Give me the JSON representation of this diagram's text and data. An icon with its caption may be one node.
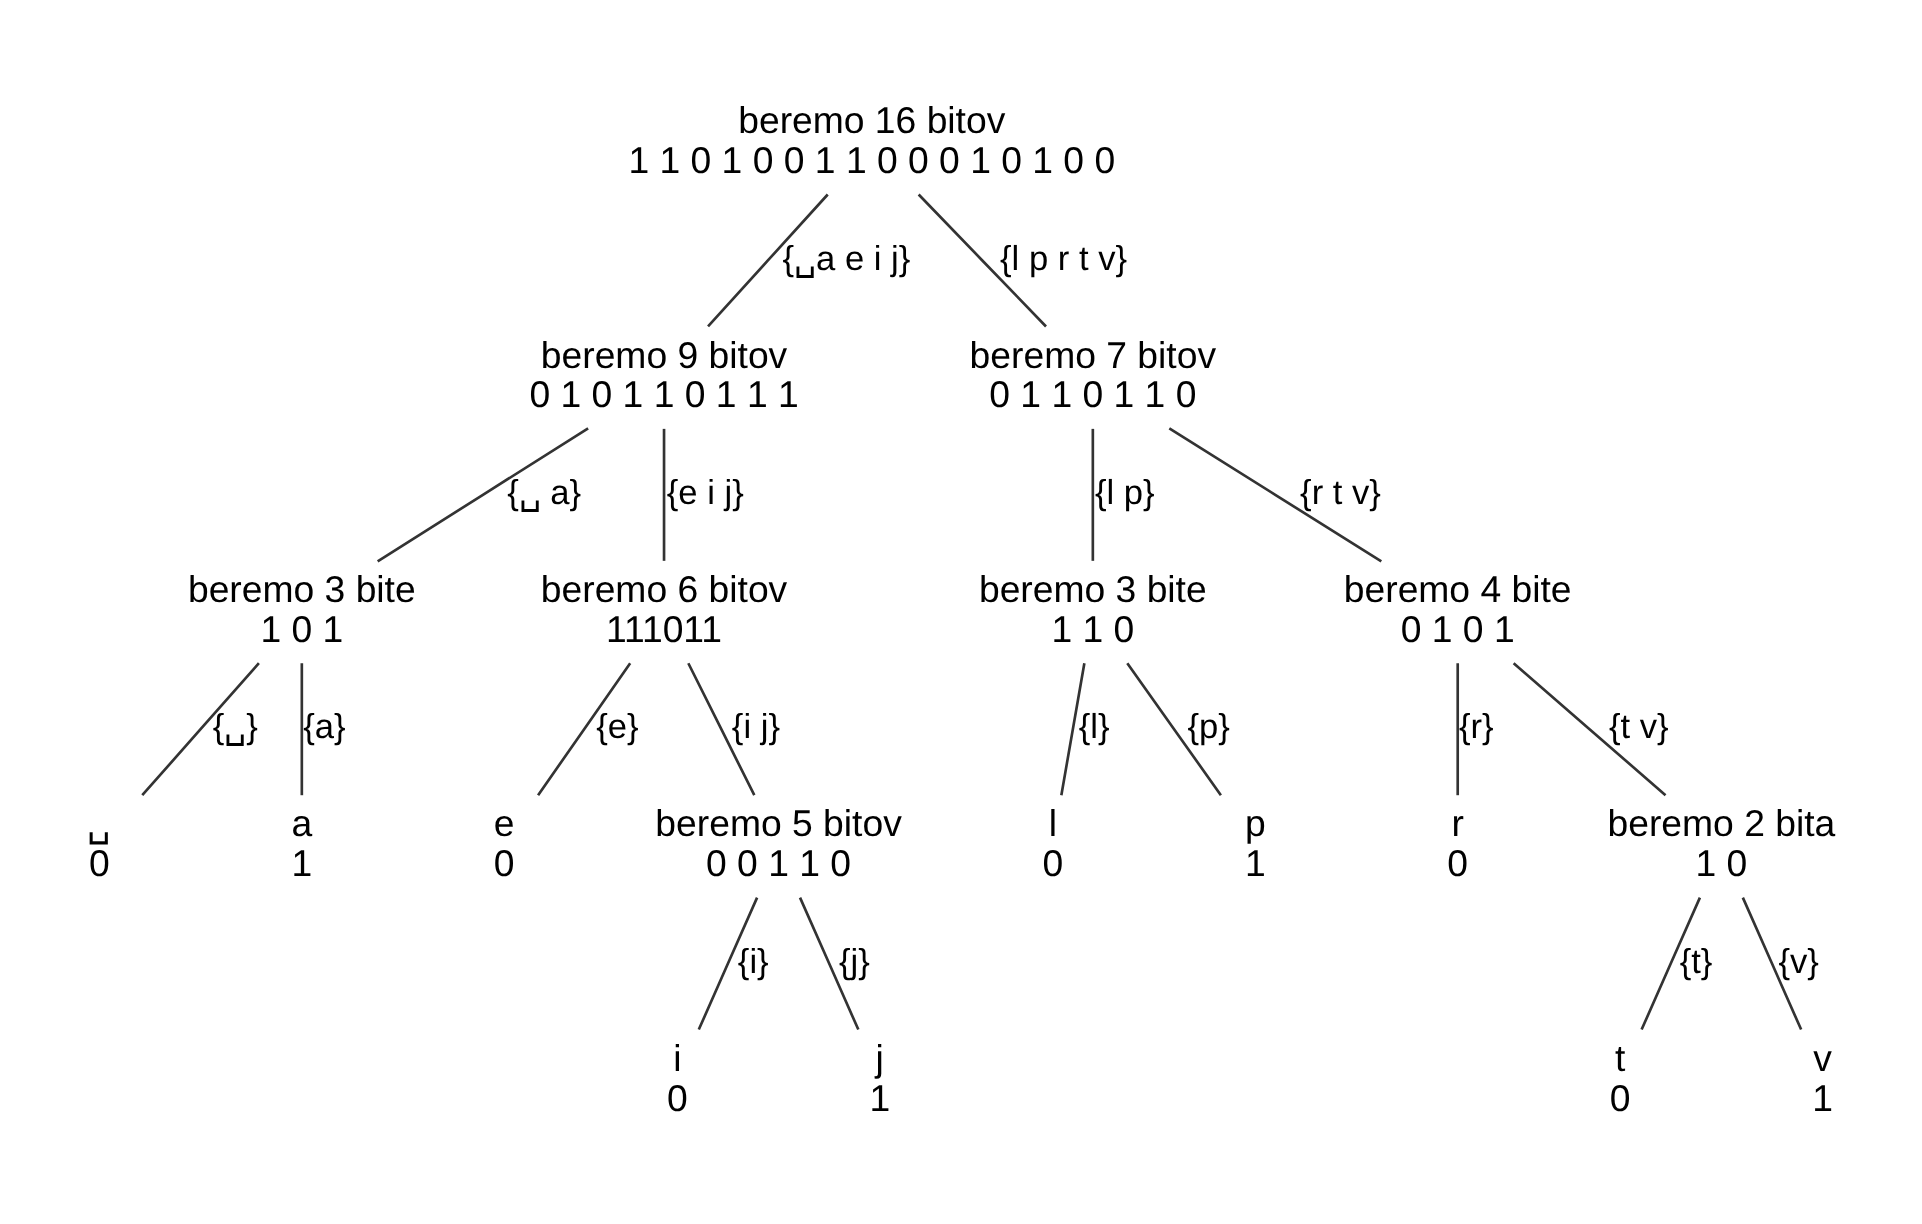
{
  "diagram": {
    "nodes": [
      {
        "text": [
          "beremo 16 bitov",
          "1 1 0 1 0 0 1 1 0 0 0 1 0 1 0 0"
        ]
      },
      {
        "text": [
          "beremo 9 bitov",
          "0 1 0 1 1 0 1 1 1"
        ]
      },
      {
        "text": [
          "beremo 7 bitov",
          "0 1 1 0 1 1 0"
        ]
      },
      {
        "text": [
          "beremo 3 bite",
          "1 0 1"
        ]
      },
      {
        "text": [
          "beremo 6 bitov",
          "111011"
        ]
      },
      {
        "text": [
          "beremo 3 bite",
          "1 1 0"
        ]
      },
      {
        "text": [
          "beremo 4 bite",
          "0 1 0 1"
        ]
      },
      {
        "text": [
          "␣",
          "0"
        ]
      },
      {
        "text": [
          "a",
          "1"
        ]
      },
      {
        "text": [
          "e",
          "0"
        ]
      },
      {
        "text": [
          "beremo 5 bitov",
          "0 0 1 1 0"
        ]
      },
      {
        "text": [
          "l",
          "0"
        ]
      },
      {
        "text": [
          "p",
          "1"
        ]
      },
      {
        "text": [
          "r",
          "0"
        ]
      },
      {
        "text": [
          "beremo 2 bita",
          "1 0"
        ]
      },
      {
        "text": [
          "i",
          "0"
        ]
      },
      {
        "text": [
          "j",
          "1"
        ]
      },
      {
        "text": [
          "t",
          "0"
        ]
      },
      {
        "text": [
          "v",
          "1"
        ]
      }
    ],
    "edges": [
      {
        "from": 0,
        "to": 1,
        "arrow": "none",
        "label": "{␣a e i j}"
      },
      {
        "from": 0,
        "to": 2,
        "arrow": "none",
        "label": "{l p r t v}"
      },
      {
        "from": 1,
        "to": 3,
        "arrow": "none",
        "label": "{␣ a}"
      },
      {
        "from": 1,
        "to": 4,
        "arrow": "none",
        "label": "{e i j}"
      },
      {
        "from": 2,
        "to": 5,
        "arrow": "none",
        "label": "{l p}"
      },
      {
        "from": 2,
        "to": 6,
        "arrow": "none",
        "label": "{r t v}"
      },
      {
        "from": 3,
        "to": 7,
        "arrow": "none",
        "label": "{␣}"
      },
      {
        "from": 3,
        "to": 8,
        "arrow": "none",
        "label": "{a}"
      },
      {
        "from": 4,
        "to": 9,
        "arrow": "none",
        "label": "{e}"
      },
      {
        "from": 4,
        "to": 10,
        "arrow": "none",
        "label": "{i j}"
      },
      {
        "from": 5,
        "to": 11,
        "arrow": "none",
        "label": "{l}"
      },
      {
        "from": 5,
        "to": 12,
        "arrow": "none",
        "label": "{p}"
      },
      {
        "from": 6,
        "to": 13,
        "arrow": "none",
        "label": "{r}"
      },
      {
        "from": 6,
        "to": 14,
        "arrow": "none",
        "label": "{t v}"
      },
      {
        "from": 10,
        "to": 15,
        "arrow": "none",
        "label": "{i}"
      },
      {
        "from": 10,
        "to": 16,
        "arrow": "none",
        "label": "{j}"
      },
      {
        "from": 14,
        "to": 17,
        "arrow": "none",
        "label": "{t}"
      },
      {
        "from": 14,
        "to": 18,
        "arrow": "none",
        "label": "{v}"
      }
    ]
  }
}
